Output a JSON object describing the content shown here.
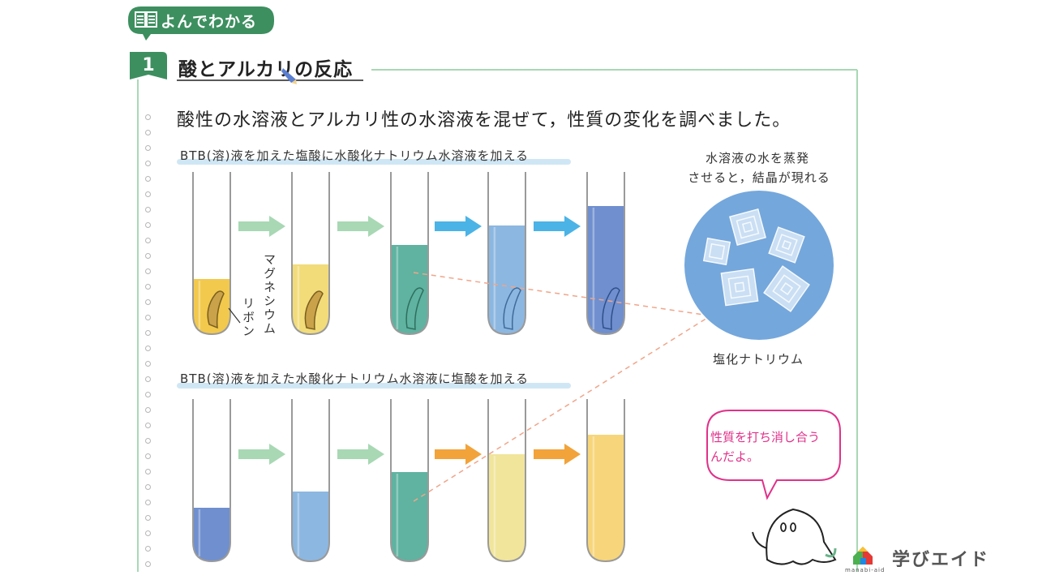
{
  "header": {
    "tag_label": "よんでわかる",
    "section_number": "1",
    "section_title": "酸とアルカリの反応"
  },
  "lead_text": "酸性の水溶液とアルカリ性の水溶液を混ぜて，性質の変化を調べました。",
  "experiment1": {
    "caption": "BTB(溶)液を加えた塩酸に水酸化ナトリウム水溶液を加える"
  },
  "experiment2": {
    "caption": "BTB(溶)液を加えた水酸化ナトリウム水溶液に塩酸を加える"
  },
  "labels": {
    "magnesium": "マグネシウム",
    "ribbon": "リボン"
  },
  "crystal": {
    "caption_line1": "水溶液の水を蒸発",
    "caption_line2": "させると，結晶が現れる",
    "label": "塩化ナトリウム"
  },
  "bubble": {
    "text_line1": "性質を打ち消し合う",
    "text_line2": "んだよ。"
  },
  "brand": {
    "name": "学びエイド",
    "sub": "manabi-aid"
  },
  "colors": {
    "accent_green": "#3d8f5f",
    "yellow_liquid": "#f2c94c",
    "green_liquid": "#5fb3a0",
    "light_blue_liquid": "#8cb7e0",
    "blue_liquid": "#6f8fcf",
    "pale_yellow_liquid": "#f1e59c",
    "orange_arrow": "#f2a33a",
    "blue_arrow": "#4bb3e6",
    "green_arrow": "#a8d8b4",
    "pink_bubble": "#e0318a"
  }
}
